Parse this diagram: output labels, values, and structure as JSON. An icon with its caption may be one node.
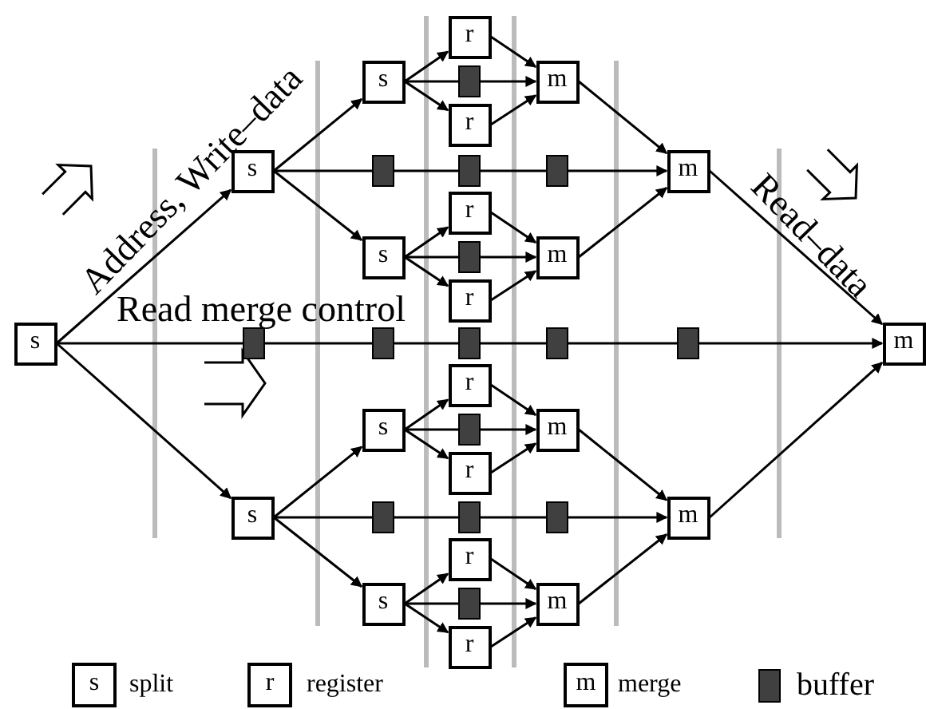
{
  "diagram": {
    "nodes": [
      {
        "text": [
          "s"
        ]
      },
      {
        "text": [
          "s"
        ]
      },
      {
        "text": [],
        "shape": "box"
      },
      {
        "text": [
          "s"
        ]
      },
      {
        "text": [
          "s"
        ]
      },
      {
        "text": [],
        "shape": "box"
      },
      {
        "text": [
          "s"
        ]
      },
      {
        "text": [],
        "shape": "box"
      },
      {
        "text": [
          "s"
        ]
      },
      {
        "text": [],
        "shape": "box"
      },
      {
        "text": [
          "s"
        ]
      },
      {
        "text": [
          "r"
        ]
      },
      {
        "text": [],
        "shape": "box"
      },
      {
        "text": [
          "r"
        ]
      },
      {
        "text": [],
        "shape": "box"
      },
      {
        "text": [
          "r"
        ]
      },
      {
        "text": [],
        "shape": "box"
      },
      {
        "text": [
          "r"
        ]
      },
      {
        "text": [],
        "shape": "box"
      },
      {
        "text": [
          "r"
        ]
      },
      {
        "text": [],
        "shape": "box"
      },
      {
        "text": [
          "r"
        ]
      },
      {
        "text": [],
        "shape": "box"
      },
      {
        "text": [
          "r"
        ]
      },
      {
        "text": [],
        "shape": "box"
      },
      {
        "text": [
          "r"
        ]
      },
      {
        "text": [
          "m"
        ]
      },
      {
        "text": [],
        "shape": "box"
      },
      {
        "text": [
          "m"
        ]
      },
      {
        "text": [],
        "shape": "box"
      },
      {
        "text": [
          "m"
        ]
      },
      {
        "text": [],
        "shape": "box"
      },
      {
        "text": [
          "m"
        ]
      },
      {
        "text": [
          "m"
        ]
      },
      {
        "text": [],
        "shape": "box"
      },
      {
        "text": [
          "m"
        ]
      },
      {
        "text": [
          "m"
        ]
      }
    ],
    "edges": [
      {
        "from": 0,
        "to": 1,
        "arrow": "to",
        "label": "Address, Write–data"
      },
      {
        "from": 0,
        "to": 3,
        "arrow": "to"
      },
      {
        "from": 0,
        "to": 2,
        "arrow": "none"
      },
      {
        "from": 2,
        "to": 7,
        "arrow": "none"
      },
      {
        "from": 7,
        "to": 18,
        "arrow": "none"
      },
      {
        "from": 18,
        "to": 29,
        "arrow": "none"
      },
      {
        "from": 29,
        "to": 34,
        "arrow": "none"
      },
      {
        "from": 34,
        "to": 36,
        "arrow": "to"
      },
      {
        "from": 1,
        "to": 4,
        "arrow": "to"
      },
      {
        "from": 1,
        "to": 6,
        "arrow": "to"
      },
      {
        "from": 1,
        "to": 5,
        "arrow": "none"
      },
      {
        "from": 5,
        "to": 14,
        "arrow": "none"
      },
      {
        "from": 14,
        "to": 27,
        "arrow": "none"
      },
      {
        "from": 27,
        "to": 33,
        "arrow": "to"
      },
      {
        "from": 3,
        "to": 8,
        "arrow": "to"
      },
      {
        "from": 3,
        "to": 10,
        "arrow": "to"
      },
      {
        "from": 3,
        "to": 9,
        "arrow": "none"
      },
      {
        "from": 9,
        "to": 22,
        "arrow": "none"
      },
      {
        "from": 22,
        "to": 31,
        "arrow": "none"
      },
      {
        "from": 31,
        "to": 35,
        "arrow": "to"
      },
      {
        "from": 4,
        "to": 11,
        "arrow": "to"
      },
      {
        "from": 4,
        "to": 13,
        "arrow": "to"
      },
      {
        "from": 4,
        "to": 12,
        "arrow": "none"
      },
      {
        "from": 12,
        "to": 26,
        "arrow": "to"
      },
      {
        "from": 11,
        "to": 26,
        "arrow": "to"
      },
      {
        "from": 13,
        "to": 26,
        "arrow": "to"
      },
      {
        "from": 6,
        "to": 15,
        "arrow": "to"
      },
      {
        "from": 6,
        "to": 17,
        "arrow": "to"
      },
      {
        "from": 6,
        "to": 16,
        "arrow": "none"
      },
      {
        "from": 16,
        "to": 28,
        "arrow": "to"
      },
      {
        "from": 15,
        "to": 28,
        "arrow": "to"
      },
      {
        "from": 17,
        "to": 28,
        "arrow": "to"
      },
      {
        "from": 8,
        "to": 19,
        "arrow": "to"
      },
      {
        "from": 8,
        "to": 21,
        "arrow": "to"
      },
      {
        "from": 8,
        "to": 20,
        "arrow": "none"
      },
      {
        "from": 20,
        "to": 30,
        "arrow": "to"
      },
      {
        "from": 19,
        "to": 30,
        "arrow": "to"
      },
      {
        "from": 21,
        "to": 30,
        "arrow": "to"
      },
      {
        "from": 10,
        "to": 23,
        "arrow": "to"
      },
      {
        "from": 10,
        "to": 25,
        "arrow": "to"
      },
      {
        "from": 10,
        "to": 24,
        "arrow": "none"
      },
      {
        "from": 24,
        "to": 32,
        "arrow": "to"
      },
      {
        "from": 23,
        "to": 32,
        "arrow": "to"
      },
      {
        "from": 25,
        "to": 32,
        "arrow": "to"
      },
      {
        "from": 26,
        "to": 33,
        "arrow": "to"
      },
      {
        "from": 28,
        "to": 33,
        "arrow": "to"
      },
      {
        "from": 30,
        "to": 35,
        "arrow": "to"
      },
      {
        "from": 32,
        "to": 35,
        "arrow": "to"
      },
      {
        "from": 33,
        "to": 36,
        "arrow": "to",
        "label": "Read–data"
      },
      {
        "from": 35,
        "to": 36,
        "arrow": "to"
      }
    ],
    "labels": [
      "Read merge control",
      "s",
      "r",
      "m"
    ],
    "legend": [
      {
        "text": "split"
      },
      {
        "text": "register"
      },
      {
        "text": "merge"
      },
      {
        "text": "buffer",
        "color": "#404040"
      }
    ]
  }
}
